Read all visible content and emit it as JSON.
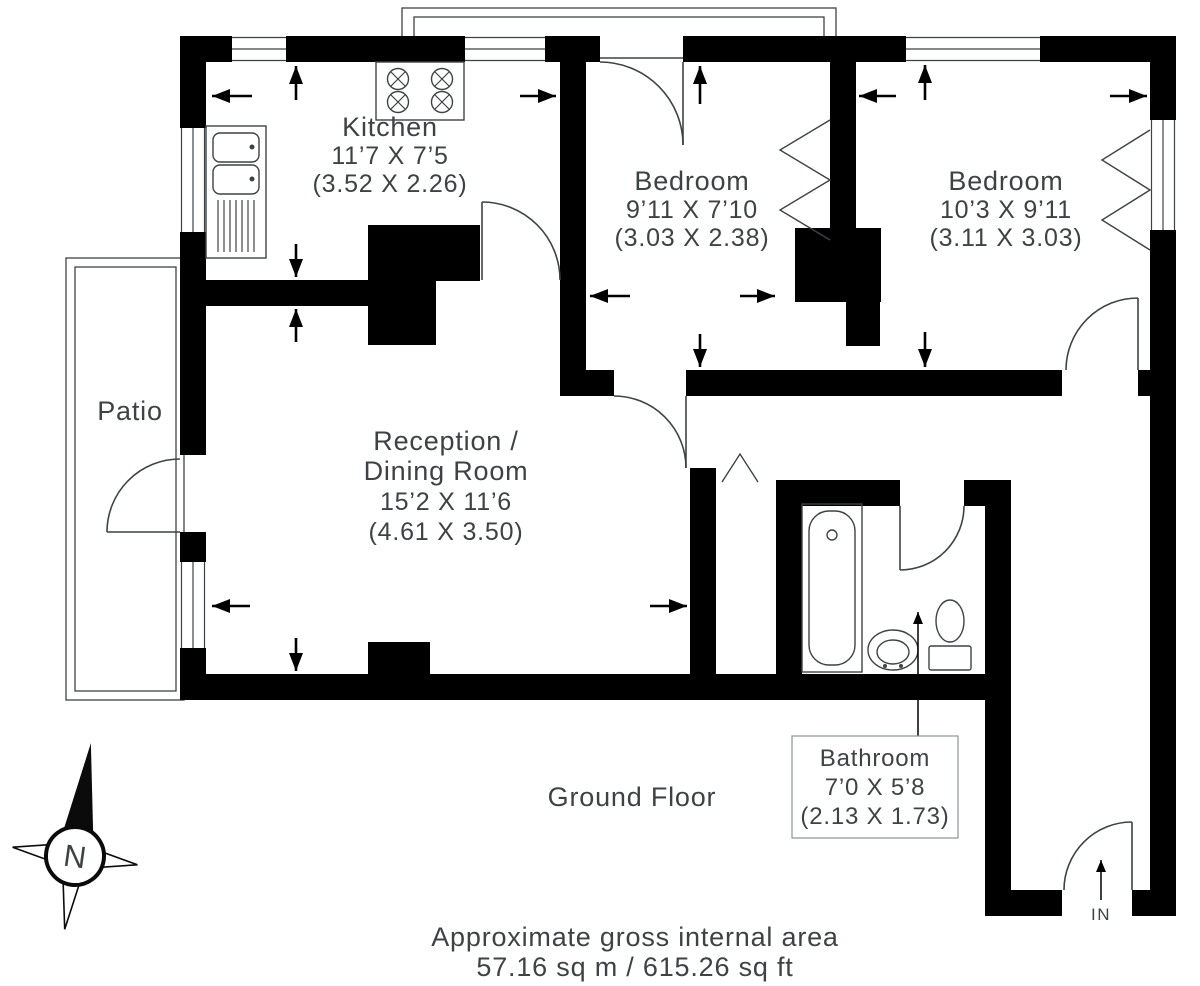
{
  "floor": {
    "label": "Ground Floor"
  },
  "area_summary": {
    "line1": "Approximate gross internal area",
    "line2": "57.16 sq m / 615.26 sq ft"
  },
  "entrance": {
    "label": "IN"
  },
  "compass": {
    "north_label": "N"
  },
  "rooms": {
    "kitchen": {
      "name": "Kitchen",
      "size_imperial": "11’7 X 7’5",
      "size_metric": "(3.52 X 2.26)"
    },
    "bedroom1": {
      "name": "Bedroom",
      "size_imperial": "9’11 X 7’10",
      "size_metric": "(3.03 X 2.38)"
    },
    "bedroom2": {
      "name": "Bedroom",
      "size_imperial": "10’3 X 9’11",
      "size_metric": "(3.11 X 3.03)"
    },
    "reception": {
      "name_line1": "Reception /",
      "name_line2": "Dining Room",
      "size_imperial": "15’2 X 11’6",
      "size_metric": "(4.61 X 3.50)"
    },
    "bathroom": {
      "name": "Bathroom",
      "size_imperial": "7’0 X 5’8",
      "size_metric": "(2.13 X 1.73)"
    },
    "patio": {
      "name": "Patio"
    }
  },
  "icons": {
    "compass": "compass-rose-north",
    "entrance_arrow": "arrow-up-entrance",
    "stove": "four-burner-hob",
    "sink": "double-bowl-sink-with-drainer",
    "bathtub": "bathtub",
    "basin": "wash-basin",
    "toilet": "toilet",
    "wardrobe": "bifold-wardrobe-doors",
    "doors": "quarter-circle-door-swings",
    "windows": "triple-line-window-symbols"
  },
  "colors": {
    "wall": "#000000",
    "text": "#3f4245",
    "callout_border": "#8d9297"
  }
}
